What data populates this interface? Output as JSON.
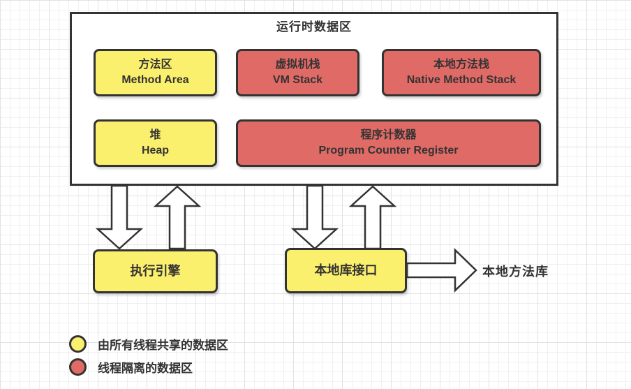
{
  "diagram": {
    "title": "运行时数据区",
    "runtime_boxes": [
      {
        "zh": "方法区",
        "en": "Method Area",
        "type": "shared"
      },
      {
        "zh": "虚拟机栈",
        "en": "VM Stack",
        "type": "isolated"
      },
      {
        "zh": "本地方法栈",
        "en": "Native Method Stack",
        "type": "isolated"
      },
      {
        "zh": "堆",
        "en": "Heap",
        "type": "shared"
      },
      {
        "zh": "程序计数器",
        "en": "Program Counter Register",
        "type": "isolated"
      }
    ],
    "execution_engine": "执行引擎",
    "native_interface": "本地库接口",
    "native_library": "本地方法库",
    "legend": [
      {
        "color": "#FBF06D",
        "label": "由所有线程共享的数据区"
      },
      {
        "color": "#E06A66",
        "label": "线程隔离的数据区"
      }
    ],
    "colors": {
      "shared_fill": "#FBF06D",
      "isolated_fill": "#E06A66",
      "outline": "#333333",
      "background": "#FFFFFF"
    }
  }
}
